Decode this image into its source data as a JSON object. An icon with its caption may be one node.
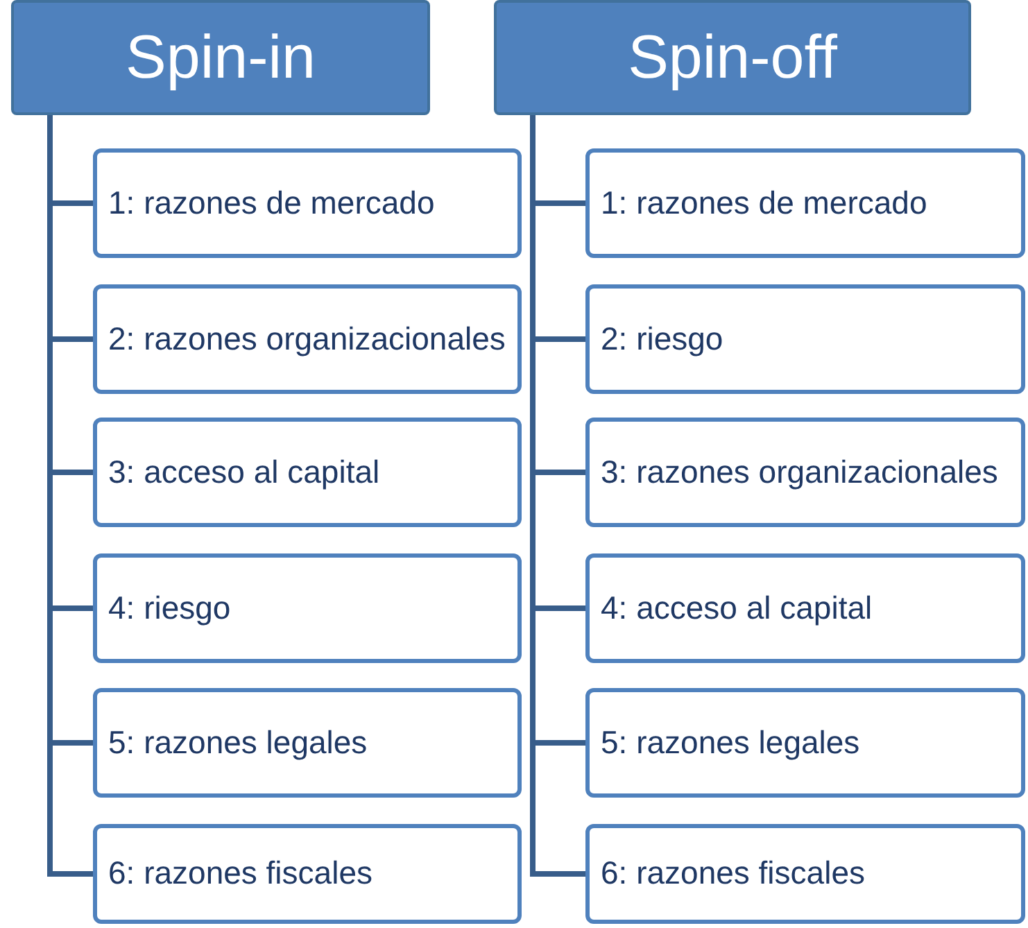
{
  "diagram": {
    "nodes": [
      {
        "text": [
          "Spin-in"
        ]
      },
      {
        "text": [
          "1: razones de mercado"
        ]
      },
      {
        "text": [
          "2: razones organizacionales"
        ]
      },
      {
        "text": [
          "3: acceso al capital"
        ]
      },
      {
        "text": [
          "4: riesgo"
        ]
      },
      {
        "text": [
          "5: razones legales"
        ]
      },
      {
        "text": [
          "6: razones fiscales"
        ]
      },
      {
        "text": [
          "Spin-off"
        ]
      },
      {
        "text": [
          "1: razones de mercado"
        ]
      },
      {
        "text": [
          "2: riesgo"
        ]
      },
      {
        "text": [
          "3: razones organizacionales"
        ]
      },
      {
        "text": [
          "4: acceso al capital"
        ]
      },
      {
        "text": [
          "5: razones legales"
        ]
      },
      {
        "text": [
          "6: razones fiscales"
        ]
      }
    ],
    "edges": [
      {
        "from": 0,
        "to": 1,
        "arrow": "none"
      },
      {
        "from": 0,
        "to": 2,
        "arrow": "none"
      },
      {
        "from": 0,
        "to": 3,
        "arrow": "none"
      },
      {
        "from": 0,
        "to": 4,
        "arrow": "none"
      },
      {
        "from": 0,
        "to": 5,
        "arrow": "none"
      },
      {
        "from": 0,
        "to": 6,
        "arrow": "none"
      },
      {
        "from": 7,
        "to": 8,
        "arrow": "none"
      },
      {
        "from": 7,
        "to": 9,
        "arrow": "none"
      },
      {
        "from": 7,
        "to": 10,
        "arrow": "none"
      },
      {
        "from": 7,
        "to": 11,
        "arrow": "none"
      },
      {
        "from": 7,
        "to": 12,
        "arrow": "none"
      },
      {
        "from": 7,
        "to": 13,
        "arrow": "none"
      }
    ]
  }
}
